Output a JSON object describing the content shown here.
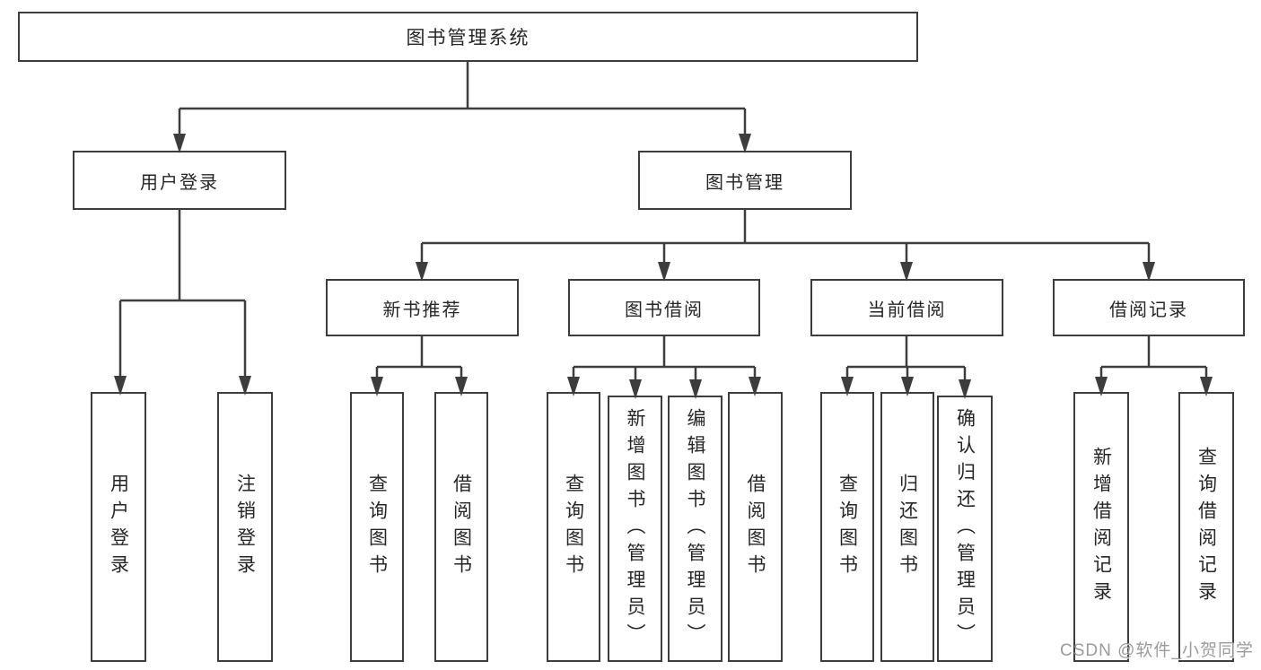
{
  "diagram_title": "图书管理系统",
  "watermark": "CSDN @软件_小贺同学",
  "colors": {
    "line": "#3d3d3d",
    "box_border": "#3d3d3d",
    "text": "#262626",
    "watermark": "#969696",
    "background": "#ffffff"
  },
  "nodes": {
    "root": {
      "label": "图书管理系统"
    },
    "user_login": {
      "label": "用户登录",
      "children": [
        {
          "label": "用户登录"
        },
        {
          "label": "注销登录"
        }
      ]
    },
    "book_mgmt": {
      "label": "图书管理",
      "children": [
        {
          "label": "新书推荐",
          "children": [
            {
              "label": "查询图书"
            },
            {
              "label": "借阅图书"
            }
          ]
        },
        {
          "label": "图书借阅",
          "children": [
            {
              "label": "查询图书"
            },
            {
              "label": "新增图书（管理员）"
            },
            {
              "label": "编辑图书（管理员）"
            },
            {
              "label": "借阅图书"
            }
          ]
        },
        {
          "label": "当前借阅",
          "children": [
            {
              "label": "查询图书"
            },
            {
              "label": "归还图书"
            },
            {
              "label": "确认归还（管理员）"
            }
          ]
        },
        {
          "label": "借阅记录",
          "children": [
            {
              "label": "新增借阅记录"
            },
            {
              "label": "查询借阅记录"
            }
          ]
        }
      ]
    }
  }
}
